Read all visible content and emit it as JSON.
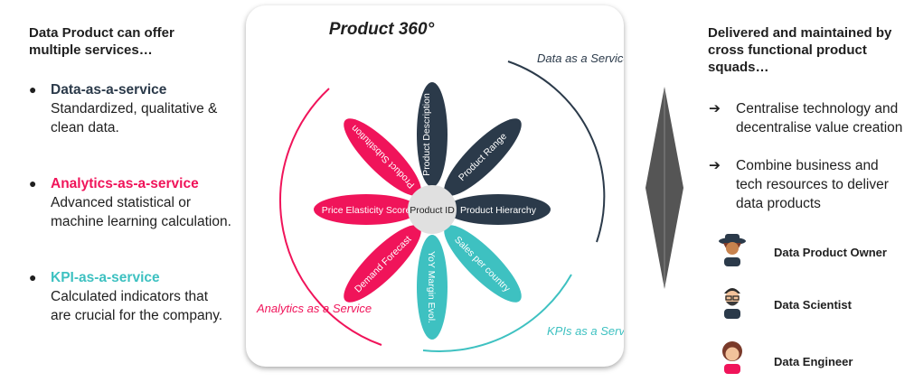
{
  "left": {
    "heading": "Data Product can offer multiple services…",
    "services": [
      {
        "title": "Data-as-a-service",
        "desc": "Standardized, qualitative & clean data.",
        "color": "#2b3a4a"
      },
      {
        "title": "Analytics-as-a-service",
        "desc": "Advanced statistical or machine learning calculation.",
        "color": "#f0145a"
      },
      {
        "title": "KPI-as-a-service",
        "desc": "Calculated indicators that are crucial for the company.",
        "color": "#3ec1c1"
      }
    ]
  },
  "center": {
    "title": "Product 360°",
    "hub": "Product ID",
    "arc_labels": {
      "data": "Data as a Service",
      "analytics": "Analytics as a Service",
      "kpis": "KPIs as a Service"
    },
    "petals": [
      {
        "label": "Product Description",
        "color": "#2b3a4a"
      },
      {
        "label": "Product Range",
        "color": "#2b3a4a"
      },
      {
        "label": "Product Hierarchy",
        "color": "#2b3a4a"
      },
      {
        "label": "Sales per country",
        "color": "#3ec1c1"
      },
      {
        "label": "YoY Margin Evol.",
        "color": "#3ec1c1"
      },
      {
        "label": "Demand Forecast",
        "color": "#f0145a"
      },
      {
        "label": "Price Elasticity Score",
        "color": "#f0145a"
      },
      {
        "label": "Product Substitution",
        "color": "#f0145a"
      }
    ]
  },
  "right": {
    "heading": "Delivered and maintained by cross functional product squads…",
    "bullets": [
      {
        "arrow": "➔",
        "text": "Centralise technology and decentralise value creation"
      },
      {
        "arrow": "➔",
        "text": "Combine business and tech resources to deliver data products"
      }
    ],
    "roles": [
      {
        "name": "Data Product Owner"
      },
      {
        "name": "Data Scientist"
      },
      {
        "name": "Data Engineer"
      }
    ]
  },
  "colors": {
    "dark": "#2b3a4a",
    "pink": "#f0145a",
    "teal": "#3ec1c1",
    "hub": "#e0e0e0"
  }
}
